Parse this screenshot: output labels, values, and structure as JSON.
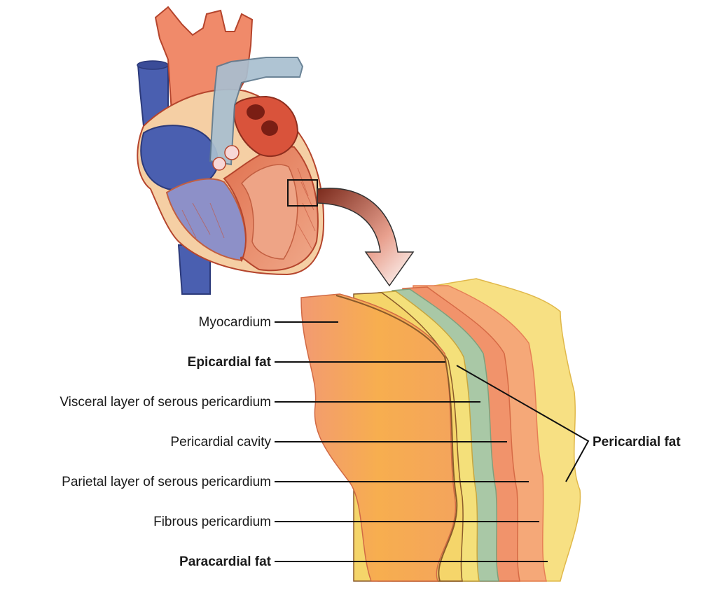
{
  "labels": {
    "myocardium": "Myocardium",
    "epicardial_fat": "Epicardial fat",
    "visceral_layer": "Visceral layer of serous pericardium",
    "pericardial_cavity": "Pericardial cavity",
    "parietal_layer": "Parietal layer of serous pericardium",
    "fibrous_pericardium": "Fibrous pericardium",
    "paracardial_fat": "Paracardial fat",
    "pericardial_fat": "Pericardial fat"
  },
  "colors": {
    "vein_blue": "#4a5fb0",
    "artery_red": "#e2654a",
    "aorta_salmon": "#f08a6a",
    "pulmonary_grey": "#a9bfd0",
    "myocardium_orange": "#f6a05a",
    "epicardial_fat_yellow": "#f5d56a",
    "visceral_yellow": "#f4e07a",
    "cavity_green": "#a9c8a6",
    "parietal_salmon": "#f1936b",
    "fibrous_peach": "#f5a878",
    "paracardial_yellow": "#f7e083"
  }
}
